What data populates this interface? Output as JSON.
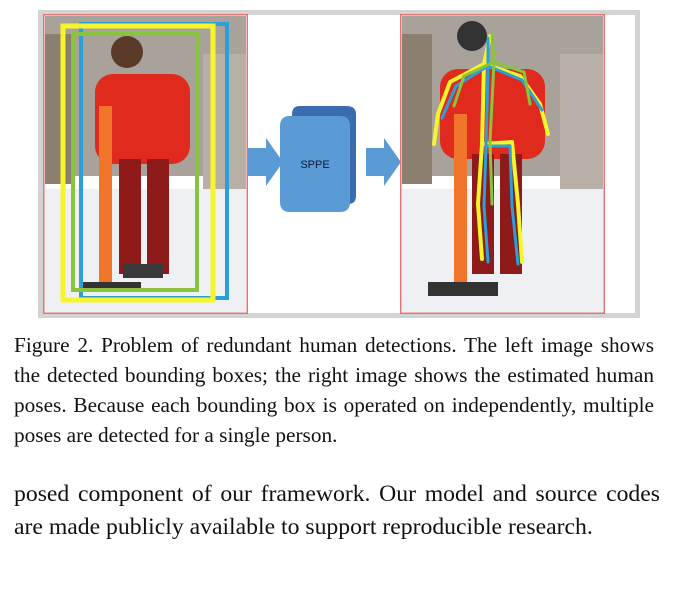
{
  "figure": {
    "sppe_label": "SPPE",
    "caption": "Figure 2. Problem of redundant human detections. The left image shows the detected bounding boxes; the right image shows the estimated human poses. Because each bounding box is operated on independently, multiple poses are detected for a single person.",
    "box_colors": [
      "#f5f52a",
      "#2a9fd8",
      "#8ac43f"
    ],
    "pose_colors": [
      "#f5f52a",
      "#2a9fd8",
      "#8ac43f"
    ]
  },
  "body_text": "posed component of our framework. Our model and source codes are made publicly available to support reproducible research."
}
